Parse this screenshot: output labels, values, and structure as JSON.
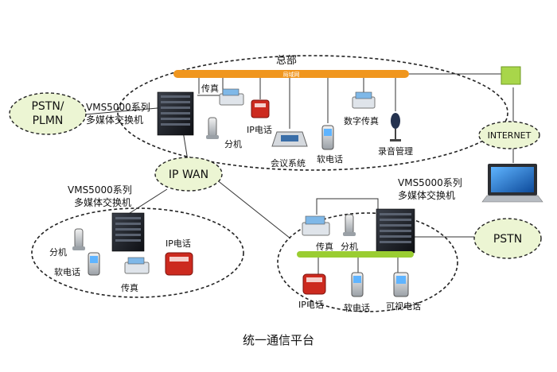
{
  "caption": "统一通信平台",
  "hq": {
    "title": "总部",
    "lan_label": "局域网",
    "switch_label": [
      "VMS5000系列",
      "多媒体交换机"
    ],
    "devices": {
      "fax": "传真",
      "extension": "分机",
      "ip_phone": "IP电话",
      "conference": "会议系统",
      "softphone": "软电话",
      "digital_fax": "数字传真",
      "recording": "录音管理"
    }
  },
  "nodes": {
    "pstn_plmn": [
      "PSTN/",
      "PLMN"
    ],
    "ip_wan": "IP WAN",
    "internet": "INTERNET",
    "pstn": "PSTN"
  },
  "branch_left": {
    "switch_label": [
      "VMS5000系列",
      "多媒体交换机"
    ],
    "devices": {
      "extension": "分机",
      "ip_phone": "IP电话",
      "softphone": "软电话",
      "fax": "传真"
    }
  },
  "branch_right": {
    "switch_label": [
      "VMS5000系列",
      "多媒体交换机"
    ],
    "devices": {
      "fax": "传真",
      "extension": "分机",
      "ip_phone": "IP电话",
      "softphone": "软电话",
      "video_phone": "可视电话"
    }
  },
  "colors": {
    "lan_orange": "#f0961e",
    "lan_green": "#9acd32",
    "ip_phone_red": "#cc2a1f",
    "switch_dark": "#1e2128",
    "laptop_screen": "#1c6fc4"
  }
}
